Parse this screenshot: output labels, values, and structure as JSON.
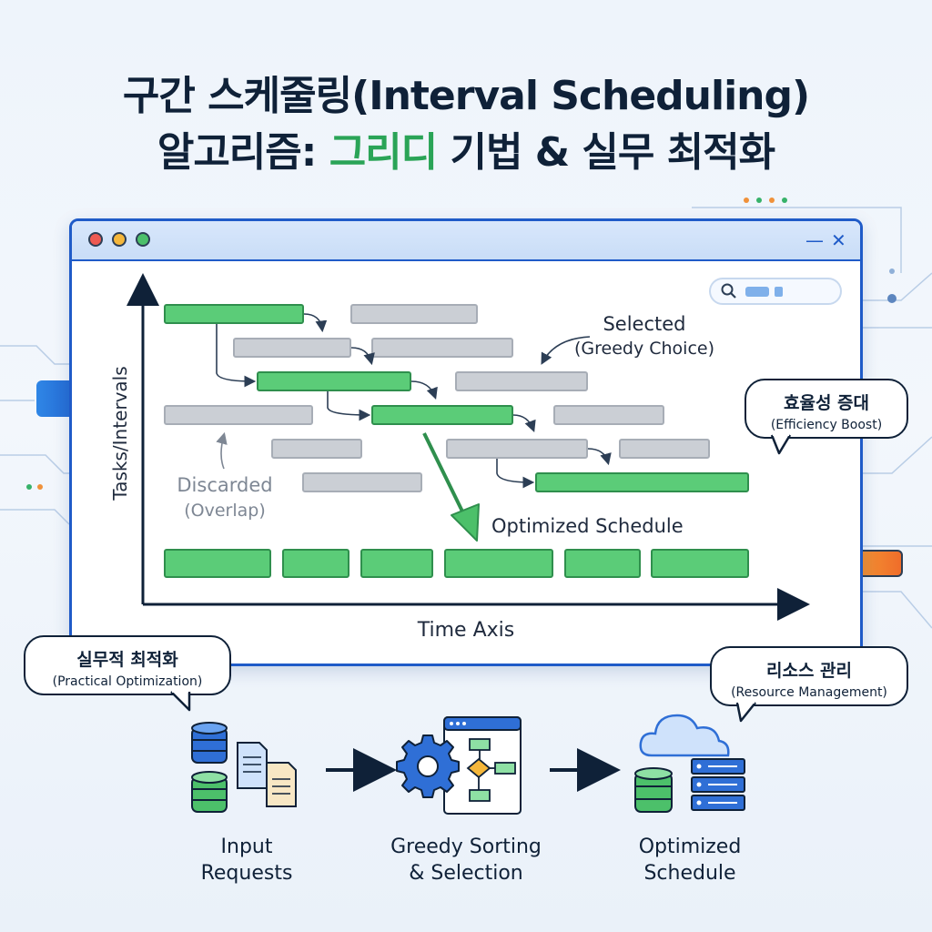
{
  "title": {
    "line1": "구간 스케줄링(Interval Scheduling)",
    "line2_prefix": "알고리즘: ",
    "line2_highlight": "그리디",
    "line2_suffix": " 기법 & 실무 최적화"
  },
  "colors": {
    "accent_green": "#2aa457",
    "window_blue": "#1f5bc8",
    "selected_bar": "#5bcc78",
    "discarded_bar": "#cbcfd5",
    "dark_navy": "#0f2138"
  },
  "window": {
    "controls": {
      "minimize": "—",
      "close": "✕"
    },
    "search_icon": "search-icon"
  },
  "chart": {
    "y_axis_label": "Tasks/Intervals",
    "x_axis_label": "Time Axis",
    "annotations": {
      "selected_line1": "Selected",
      "selected_line2": "(Greedy Choice)",
      "discarded_line1": "Discarded",
      "discarded_line2": "(Overlap)",
      "optimized": "Optimized Schedule"
    }
  },
  "bubbles": {
    "efficiency": {
      "ko": "효율성 증대",
      "en": "(Efficiency Boost)"
    },
    "practical": {
      "ko": "실무적 최적화",
      "en": "(Practical Optimization)"
    },
    "resource": {
      "ko": "리소스 관리",
      "en": "(Resource Management)"
    }
  },
  "flow": {
    "step1": {
      "line1": "Input",
      "line2": "Requests"
    },
    "step2": {
      "line1": "Greedy Sorting",
      "line2": "& Selection"
    },
    "step3": {
      "line1": "Optimized",
      "line2": "Schedule"
    }
  }
}
